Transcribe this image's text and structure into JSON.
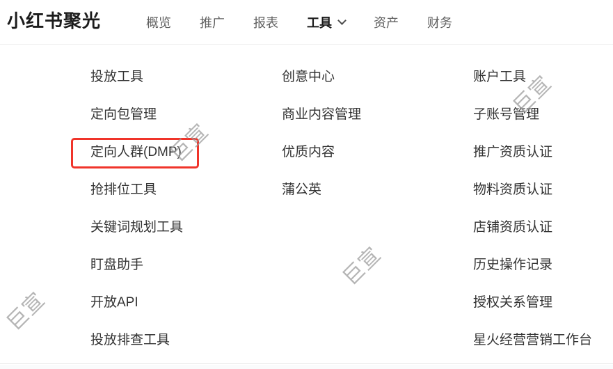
{
  "brand": {
    "logo": "小红书聚光"
  },
  "nav": {
    "items": [
      {
        "label": "概览",
        "active": false
      },
      {
        "label": "推广",
        "active": false
      },
      {
        "label": "报表",
        "active": false
      },
      {
        "label": "工具",
        "active": true,
        "has_dropdown": true
      },
      {
        "label": "资产",
        "active": false
      },
      {
        "label": "财务",
        "active": false
      }
    ]
  },
  "dropdown": {
    "columns": [
      {
        "header": "投放工具",
        "items": [
          "定向包管理",
          "定向人群(DMP)",
          "抢排位工具",
          "关键词规划工具",
          "盯盘助手",
          "开放API",
          "投放排查工具"
        ],
        "highlighted_item": "定向人群(DMP)"
      },
      {
        "header": "创意中心",
        "items": [
          "商业内容管理",
          "优质内容",
          "蒲公英"
        ]
      },
      {
        "header": "账户工具",
        "items": [
          "子账号管理",
          "推广资质认证",
          "物料资质认证",
          "店铺资质认证",
          "历史操作记录",
          "授权关系管理",
          "星火经营营销工作台"
        ]
      }
    ]
  },
  "annotation": {
    "highlight_color": "#f0342a"
  },
  "watermark": {
    "text": "巨宣"
  }
}
